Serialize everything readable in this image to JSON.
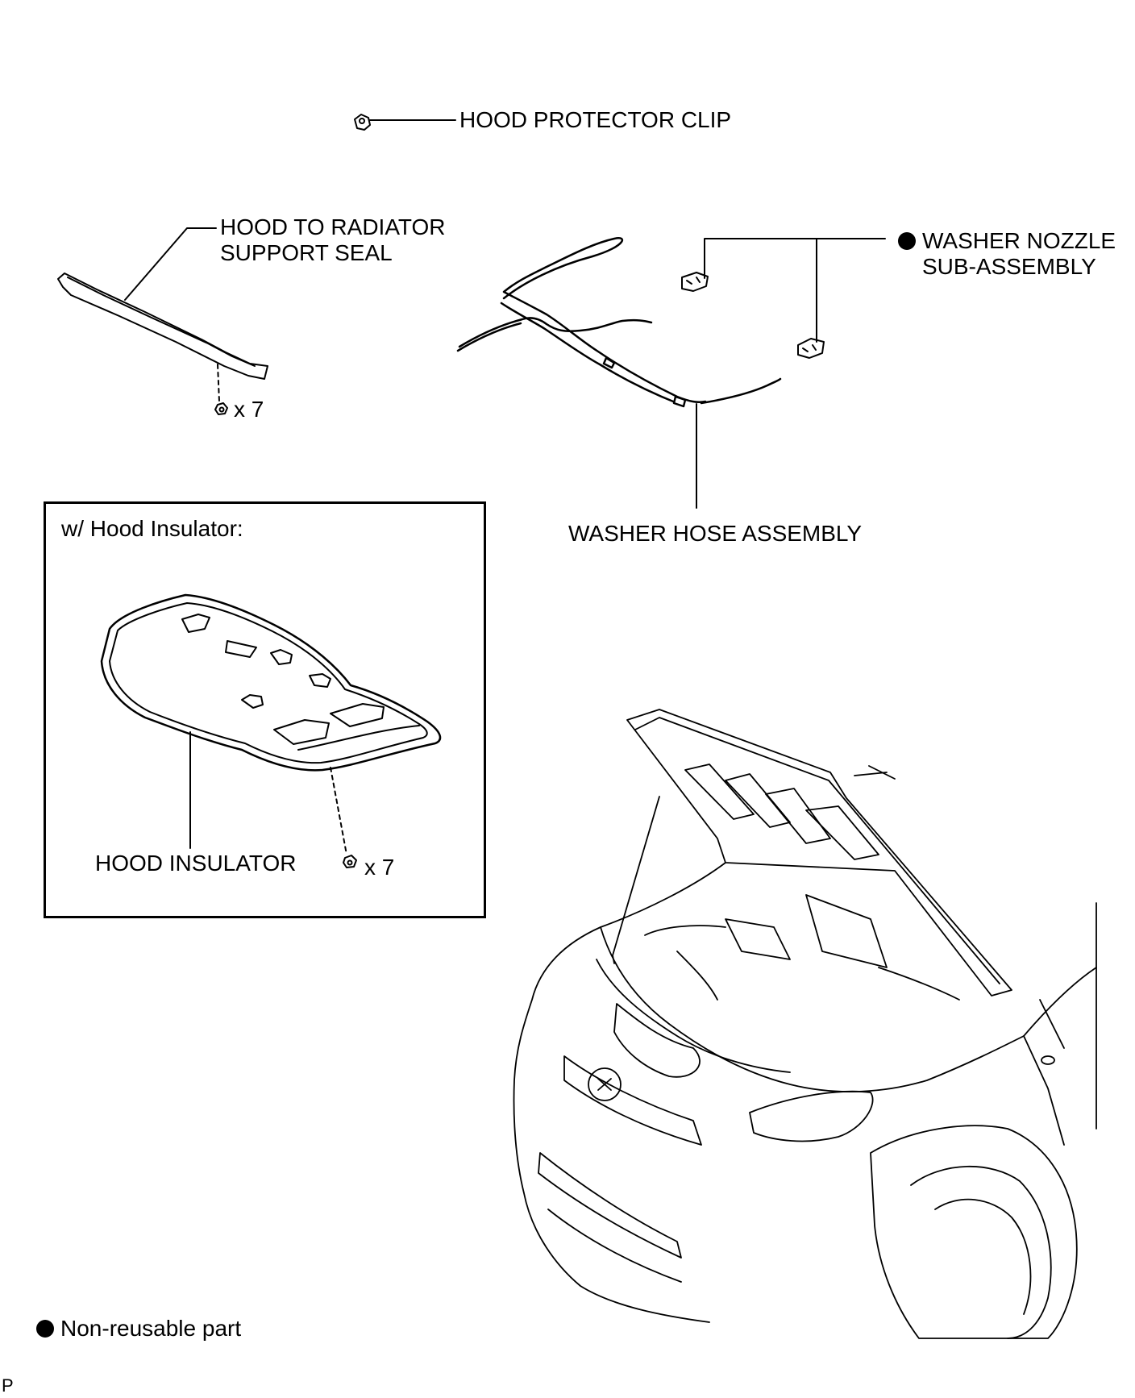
{
  "labels": {
    "hood_protector_clip": "HOOD PROTECTOR CLIP",
    "seal_line1": "HOOD TO RADIATOR",
    "seal_line2": "SUPPORT SEAL",
    "seal_qty": "x 7",
    "nozzle_line1": "WASHER NOZZLE",
    "nozzle_line2": "SUB-ASSEMBLY",
    "washer_hose": "WASHER HOSE ASSEMBLY",
    "inset_title": "w/ Hood Insulator:",
    "hood_insulator": "HOOD INSULATOR",
    "insulator_qty": "x 7"
  },
  "legend": {
    "text": "Non-reusable part",
    "symbol": "filled-circle"
  },
  "corner_code": "P"
}
